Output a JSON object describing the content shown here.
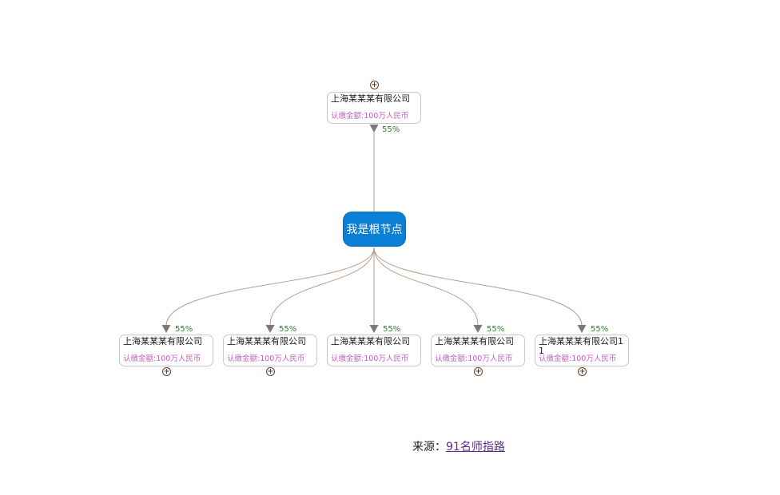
{
  "top_node": {
    "name": "上海某某某有限公司",
    "amount": "认缴金额:100万人民币",
    "percent": "55%"
  },
  "root": {
    "label": "我是根节点"
  },
  "children": [
    {
      "name": "上海某某某有限公司",
      "amount": "认缴金额:100万人民币",
      "percent": "55%",
      "expandable": true
    },
    {
      "name": "上海某某某有限公司",
      "amount": "认缴金额:100万人民币",
      "percent": "55%",
      "expandable": true
    },
    {
      "name": "上海某某某有限公司",
      "amount": "认缴金额:100万人民币",
      "percent": "55%",
      "expandable": false
    },
    {
      "name": "上海某某某有限公司",
      "amount": "认缴金额:100万人民币",
      "percent": "55%",
      "expandable": true
    },
    {
      "name": "上海某某某有限公司11",
      "amount": "认缴金额:100万人民币",
      "percent": "55%",
      "expandable": true
    }
  ],
  "expander_symbol": "+",
  "source": {
    "prefix": "来源：",
    "link_text": "91名师指路"
  },
  "colors": {
    "root": "#0a7fd6",
    "edge": "#b9a08f",
    "arrow": "#7a7a7a",
    "amount": "#c25fc6",
    "percent": "#2f7d2f"
  }
}
